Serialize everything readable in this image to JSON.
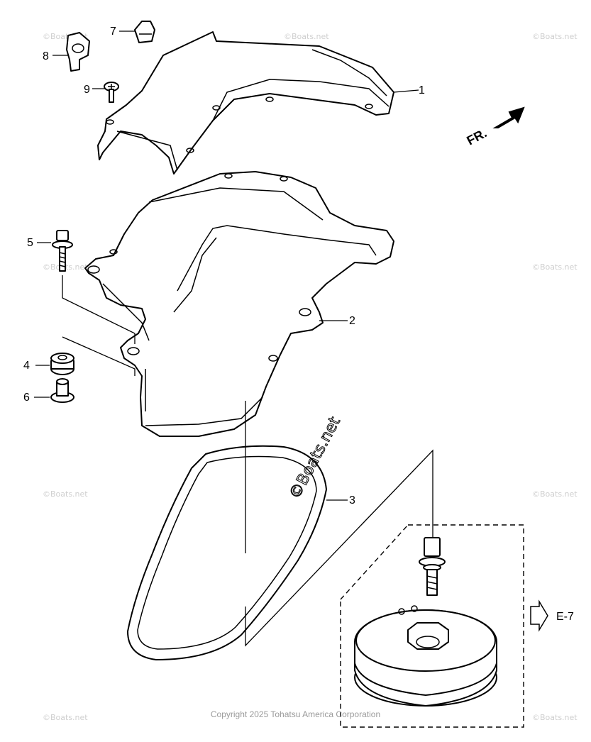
{
  "diagram": {
    "callouts": [
      {
        "num": "1"
      },
      {
        "num": "2"
      },
      {
        "num": "3"
      },
      {
        "num": "4"
      },
      {
        "num": "5"
      },
      {
        "num": "6"
      },
      {
        "num": "7"
      },
      {
        "num": "8"
      },
      {
        "num": "9"
      }
    ],
    "direction_label": "FR.",
    "reference_label": "E-7",
    "watermark": "©Boats.net"
  },
  "footer": {
    "copyright": "Copyright 2025 Tohatsu America Corporation"
  }
}
